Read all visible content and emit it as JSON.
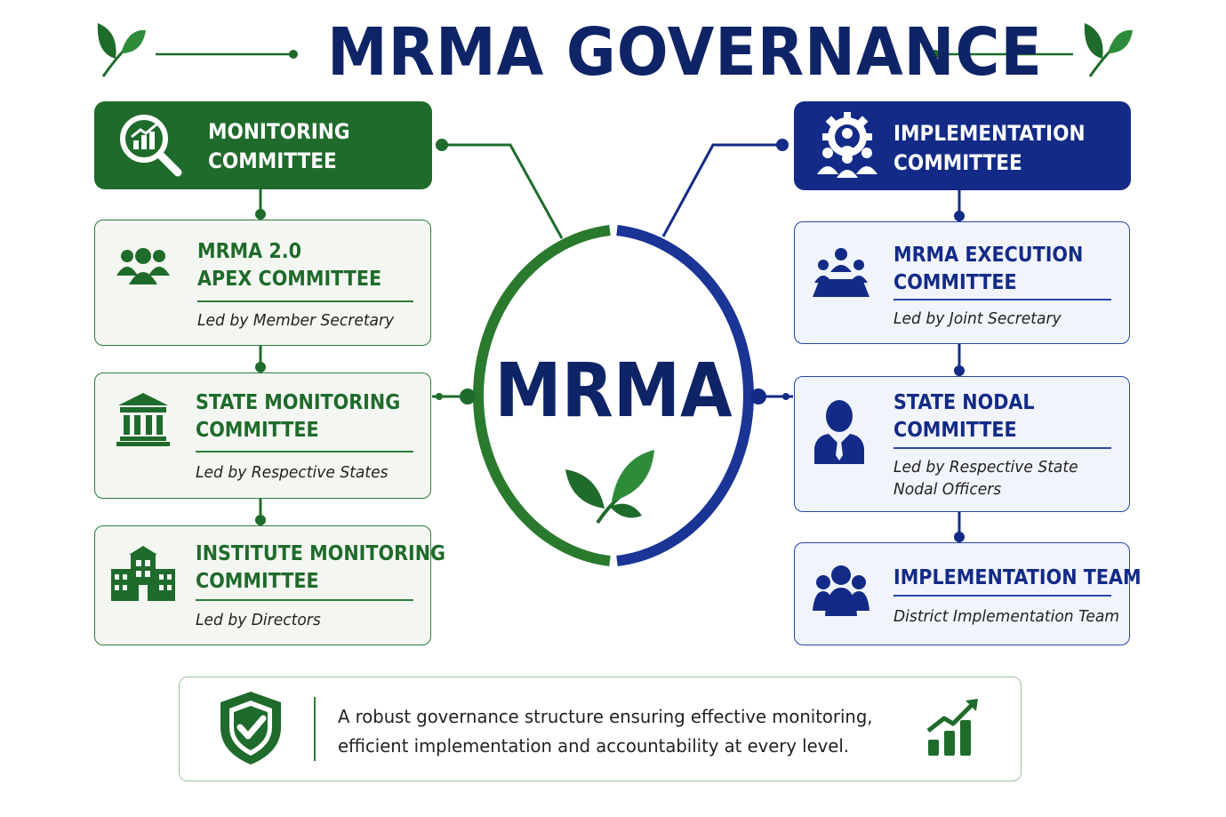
{
  "title": "MRMA GOVERNANCE",
  "center": {
    "label": "MRMA",
    "icon": "leaf-icon"
  },
  "colors": {
    "green": "#1f6b2c",
    "blue": "#132b86",
    "navy_text": "#0f2466"
  },
  "monitoring": {
    "header": {
      "lines": [
        "MONITORING",
        "COMMITTEE"
      ],
      "icon": "magnifier-chart-icon"
    },
    "cards": [
      {
        "title_lines": [
          "MRMA 2.0",
          "APEX COMMITTEE"
        ],
        "subtitle_lines": [
          "Led by Member Secretary"
        ],
        "icon": "group-icon"
      },
      {
        "title_lines": [
          "STATE MONITORING",
          "COMMITTEE"
        ],
        "subtitle_lines": [
          "Led by Respective States"
        ],
        "icon": "government-building-icon"
      },
      {
        "title_lines": [
          "INSTITUTE MONITORING",
          "COMMITTEE"
        ],
        "subtitle_lines": [
          "Led by Directors"
        ],
        "icon": "institute-building-icon"
      }
    ]
  },
  "implementation": {
    "header": {
      "lines": [
        "IMPLEMENTATION",
        "COMMITTEE"
      ],
      "icon": "gear-people-icon"
    },
    "cards": [
      {
        "title_lines": [
          "MRMA EXECUTION",
          "COMMITTEE"
        ],
        "subtitle_lines": [
          "Led by Joint Secretary"
        ],
        "icon": "meeting-table-icon"
      },
      {
        "title_lines": [
          "STATE NODAL",
          "COMMITTEE"
        ],
        "subtitle_lines": [
          "Led by Respective State",
          "Nodal Officers"
        ],
        "icon": "officer-icon"
      },
      {
        "title_lines": [
          "IMPLEMENTATION TEAM"
        ],
        "subtitle_lines": [
          "District Implementation Team"
        ],
        "icon": "team-icon"
      }
    ]
  },
  "footer": {
    "lines": [
      "A robust governance structure ensuring effective monitoring,",
      "efficient implementation and accountability at every level."
    ],
    "left_icon": "shield-check-icon",
    "right_icon": "growth-chart-icon"
  }
}
